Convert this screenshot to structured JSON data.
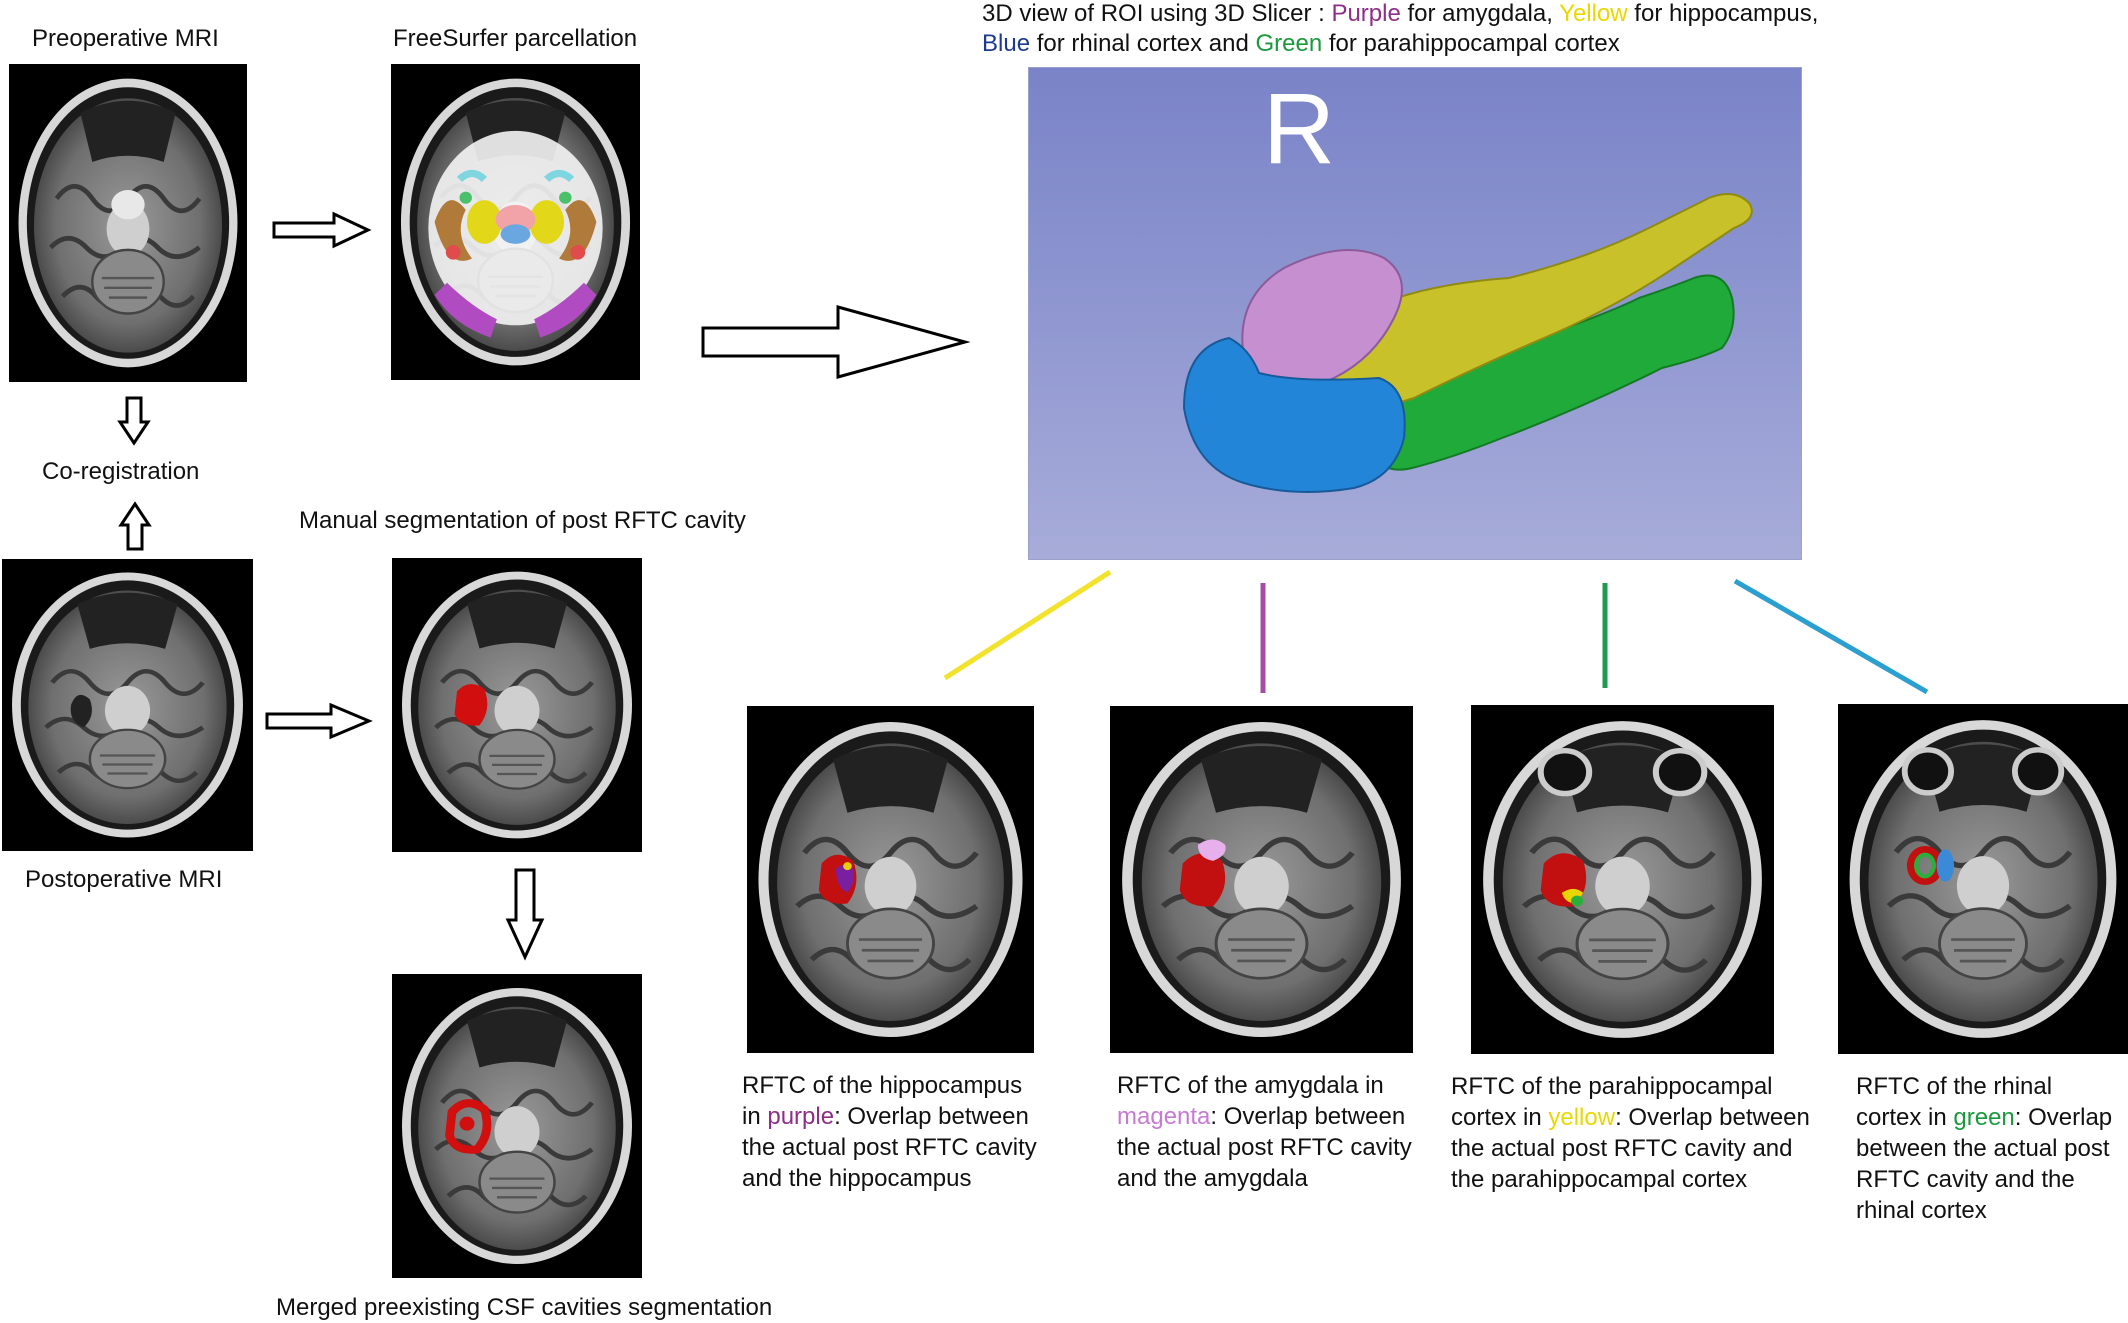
{
  "labels": {
    "preop": "Preoperative MRI",
    "freesurfer": "FreeSurfer parcellation",
    "coreg": "Co-registration",
    "manual_seg": "Manual segmentation of post RFTC cavity",
    "postop": "Postoperative MRI",
    "merged": "Merged preexisting CSF cavities segmentation"
  },
  "view3d": {
    "title_line1": {
      "prefix": "3D view of ROI using 3D Slicer : ",
      "purple": "Purple",
      "after_purple": " for amygdala, ",
      "yellow": "Yellow",
      "after_yellow": " for hippocampus,"
    },
    "title_line2": {
      "blue": "Blue",
      "after_blue": " for rhinal cortex and ",
      "green": "Green",
      "after_green": " for parahippocampal cortex"
    },
    "orientation_letter": "R"
  },
  "captions": {
    "hippocampus": {
      "l1": "RFTC of the hippocampus",
      "l2_pre": "in ",
      "l2_color": "purple",
      "l2_post": ": Overlap between",
      "l3": "the actual post RFTC cavity",
      "l4": "and the hippocampus"
    },
    "amygdala": {
      "l1": "RFTC of the amygdala in",
      "l2_color": "magenta",
      "l2_post": ": Overlap between",
      "l3": "the actual post RFTC cavity",
      "l4": "and the amygdala"
    },
    "parahippocampal": {
      "l1": "RFTC of the parahippocampal",
      "l2_pre": "cortex  in ",
      "l2_color": "yellow",
      "l2_post": ": Overlap between",
      "l3": "the actual post RFTC cavity and",
      "l4": "the parahippocampal cortex"
    },
    "rhinal": {
      "l1": "RFTC of the rhinal",
      "l2_pre": "cortex in ",
      "l2_color": "green",
      "l2_post": ": Overlap",
      "l3": "between the actual post",
      "l4": "RFTC cavity and the",
      "l5": "rhinal cortex"
    }
  },
  "colors": {
    "purple": "#8e2e8a",
    "yellow": "#e9d800",
    "blue": "#1c3b8f",
    "green": "#1a9a3c",
    "magenta": "#c77ad3",
    "link_yellow": "#f2e22c",
    "link_purple": "#a64ca6",
    "link_green": "#1f9a4f",
    "link_blue": "#2a9fd0"
  }
}
